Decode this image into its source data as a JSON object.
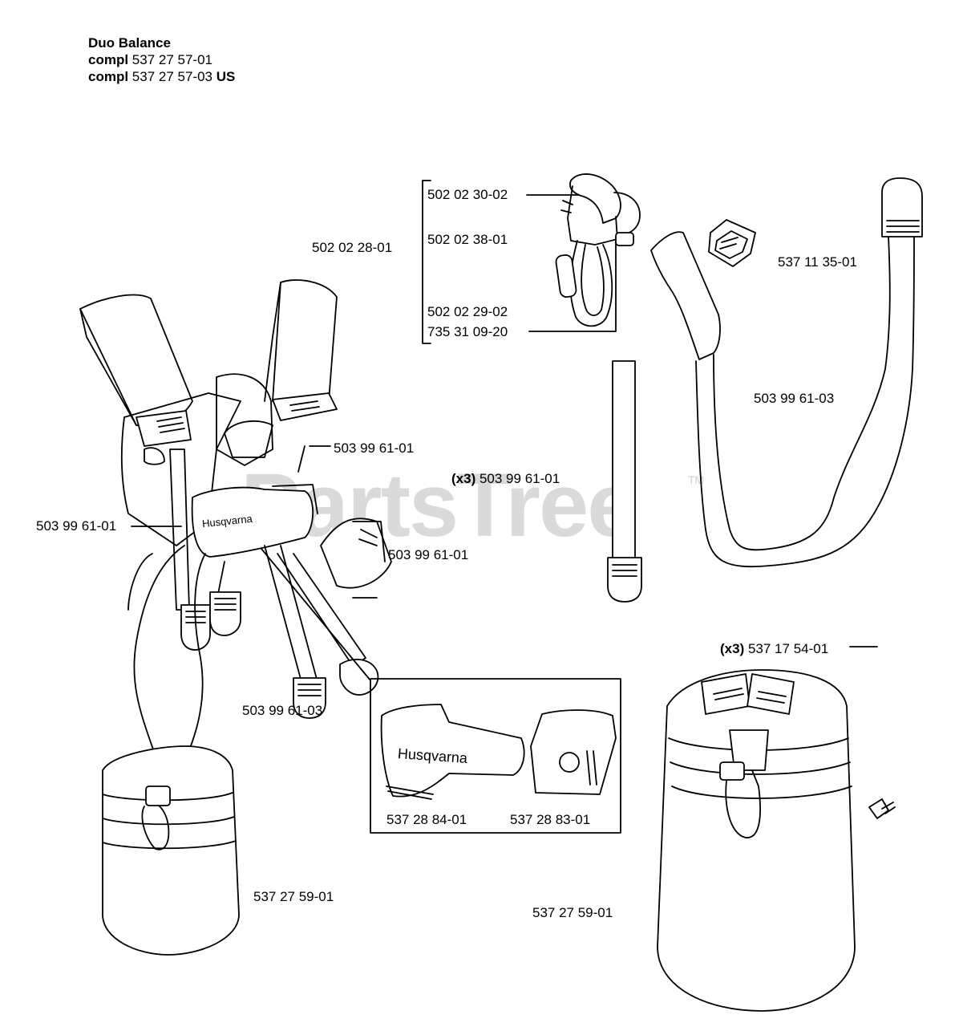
{
  "header": {
    "title": "Duo Balance",
    "line2_prefix": "compl",
    "line2_number": "537 27 57-01",
    "line3_prefix": "compl",
    "line3_number": "537 27 57-03",
    "line3_suffix": "US"
  },
  "watermark": {
    "text": "PartsTree",
    "tm": "TM"
  },
  "brand_text": "Husqvarna",
  "parts": [
    {
      "number": "502 02 28-01"
    },
    {
      "number": "502 02 30-02"
    },
    {
      "number": "502 02 38-01"
    },
    {
      "number": "502 02 29-02"
    },
    {
      "number": "735 31 09-20"
    },
    {
      "number": "537 11 35-01"
    },
    {
      "number": "503 99 61-03"
    },
    {
      "number": "503 99 61-01"
    },
    {
      "qty": "(x3)",
      "number": "503 99 61-01"
    },
    {
      "number": "503 99 61-01"
    },
    {
      "number": "503 99 61-01"
    },
    {
      "number": "503 99 61-03"
    },
    {
      "qty": "(x3)",
      "number": "537 17 54-01"
    },
    {
      "number": "537 28 84-01"
    },
    {
      "number": "537 28 83-01"
    },
    {
      "number": "537 27 59-01"
    },
    {
      "number": "537 27 59-01"
    }
  ]
}
